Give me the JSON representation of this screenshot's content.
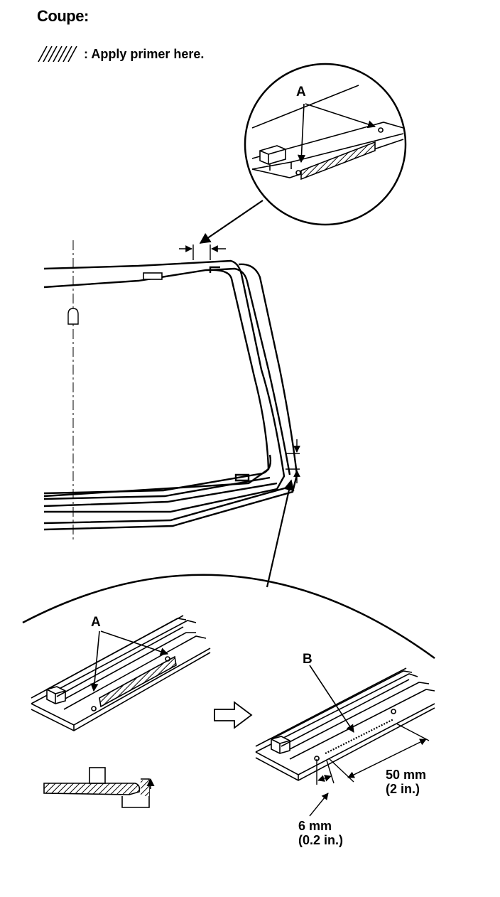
{
  "title": "Coupe:",
  "legend": {
    "swatch_icon": "hatched-swatch-icon",
    "text": ": Apply primer here."
  },
  "callouts": {
    "a_top": "A",
    "a_bottom": "A",
    "b": "B",
    "dim_50_mm": "50 mm",
    "dim_50_in": "(2 in.)",
    "dim_6_mm": "6 mm",
    "dim_6_in": "(0.2 in.)"
  }
}
